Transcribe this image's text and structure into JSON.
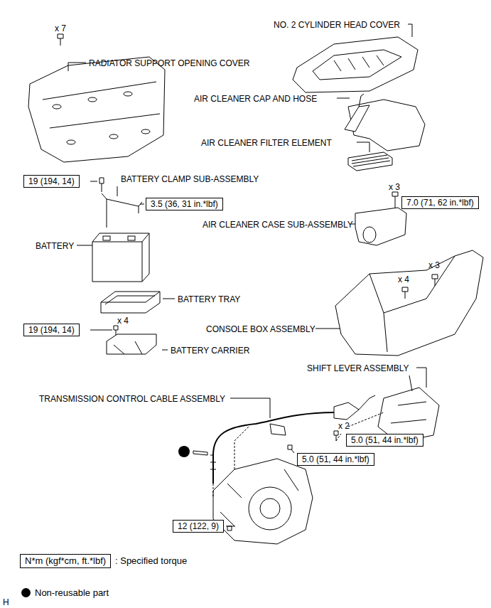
{
  "diagram": {
    "nodes": [
      {
        "text": [
          "19 (194, 14)"
        ]
      },
      {
        "text": [
          "3.5 (36, 31 in.*lbf)"
        ]
      },
      {
        "text": [
          "7.0 (71, 62 in.*lbf)"
        ]
      },
      {
        "text": [
          "19 (194, 14)"
        ]
      },
      {
        "text": [
          "5.0 (51, 44 in.*lbf)"
        ]
      },
      {
        "text": [
          "5.0 (51, 44 in.*lbf)"
        ]
      },
      {
        "text": [
          "12 (122, 9)"
        ]
      },
      {
        "text": [
          "N*m (kgf*cm, ft.*lbf)"
        ]
      }
    ],
    "labels": [
      "NO. 2 CYLINDER HEAD COVER",
      "x 7",
      "RADIATOR SUPPORT OPENING COVER",
      "AIR CLEANER CAP AND HOSE",
      "AIR CLEANER FILTER ELEMENT",
      "BATTERY CLAMP SUB-ASSEMBLY",
      "x 3",
      "AIR CLEANER CASE SUB-ASSEMBLY",
      "BATTERY",
      "x 4",
      "x 3",
      "BATTERY TRAY",
      "x 4",
      "CONSOLE BOX ASSEMBLY",
      "BATTERY CARRIER",
      "SHIFT LEVER ASSEMBLY",
      "TRANSMISSION CONTROL CABLE ASSEMBLY",
      "x 2",
      "H"
    ],
    "legend": [
      {
        "text": ": Specified torque"
      },
      {
        "text": "Non-reusable part"
      }
    ]
  }
}
